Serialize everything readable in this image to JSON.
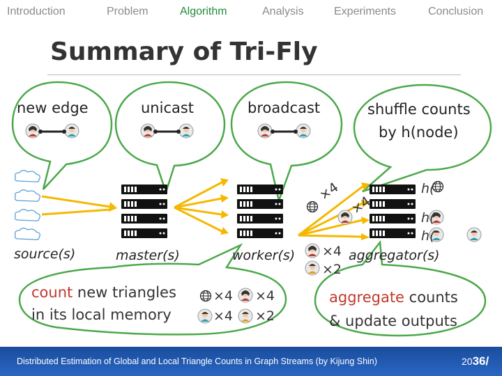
{
  "nav": {
    "items": [
      "Introduction",
      "Problem",
      "Algorithm",
      "Analysis",
      "Experiments",
      "Conclusion"
    ],
    "active": "Algorithm",
    "active_color": "#1f8a3a"
  },
  "title": "Summary of Tri-Fly",
  "bubbles": {
    "new_edge": "new edge",
    "unicast": "unicast",
    "broadcast": "broadcast",
    "shuffle_line1": "shuffle counts",
    "shuffle_line2": "by h(node)"
  },
  "roles": {
    "source": "source(s)",
    "master": "master(s)",
    "worker": "worker(s)",
    "aggregator": "aggregator(s)"
  },
  "notes": {
    "worker_line1_highlight": "count",
    "worker_line1_rest": " new triangles",
    "worker_line2": "in its local memory",
    "agg_line1_highlight": "aggregate",
    "agg_line1_rest": " counts",
    "agg_line2": "& update outputs"
  },
  "multipliers": {
    "x4": "×4",
    "x2": "×2",
    "hash_prefix": "h("
  },
  "footer": {
    "text": "Distributed Estimation of Global and Local Triangle Counts in Graph Streams (by Kijung Shin)",
    "page_prefix": "20",
    "page_number": "36/"
  },
  "colors": {
    "bubble_border": "#4aa84a",
    "arrow": "#f5b800",
    "footer": "#1f56ab",
    "highlight": "#c0392b"
  }
}
